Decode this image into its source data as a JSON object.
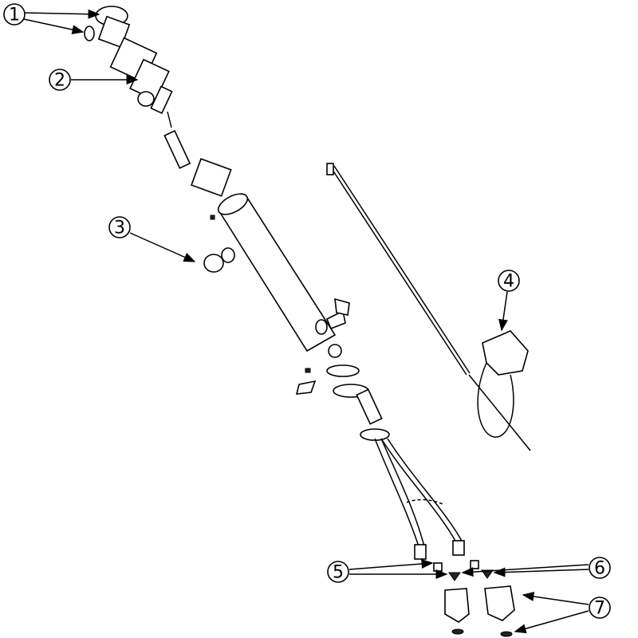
{
  "diagram": {
    "type": "exploded-parts-view",
    "callouts": [
      {
        "label": "1"
      },
      {
        "label": "2"
      },
      {
        "label": "3"
      },
      {
        "label": "4"
      },
      {
        "label": "5"
      },
      {
        "label": "6"
      },
      {
        "label": "7"
      }
    ]
  }
}
